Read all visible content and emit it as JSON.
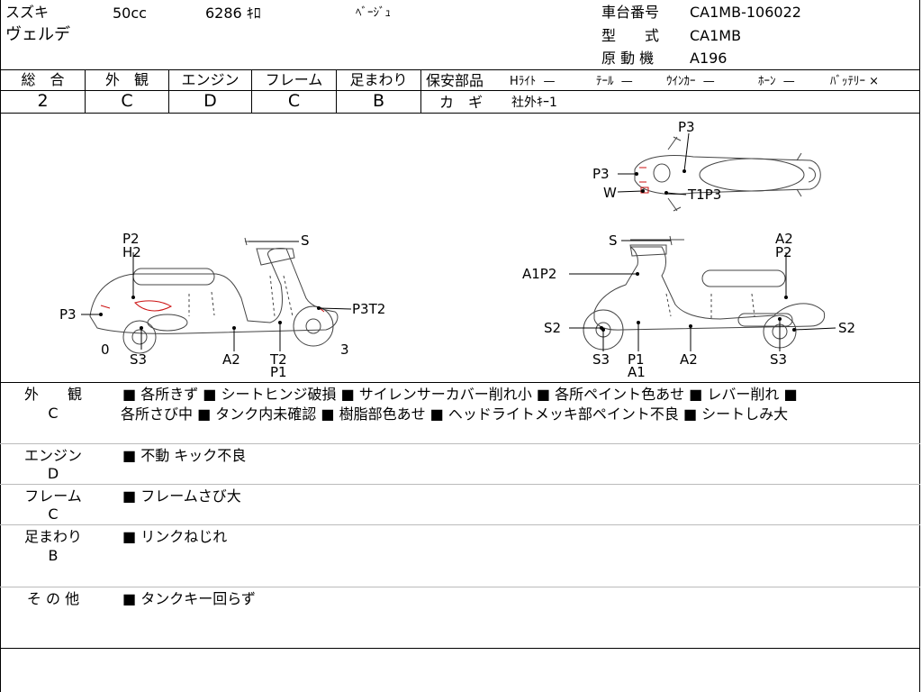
{
  "header": {
    "maker": "スズキ",
    "model": "ヴェルデ",
    "displacement": "50cc",
    "mileage": "6286 ｷﾛ",
    "color": "ﾍﾞｰｼﾞｭ",
    "frame_no_label": "車台番号",
    "frame_no": "CA1MB-106022",
    "type_label": "型　　式",
    "type": "CA1MB",
    "engine_label": "原 動 機",
    "engine": "A196"
  },
  "grades": [
    {
      "label": "総　合",
      "value": "2"
    },
    {
      "label": "外　観",
      "value": "C"
    },
    {
      "label": "エンジン",
      "value": "D"
    },
    {
      "label": "フレーム",
      "value": "C"
    },
    {
      "label": "足まわり",
      "value": "B"
    }
  ],
  "safety": {
    "label": "保安部品",
    "items": [
      {
        "name": "Hﾗｲﾄ",
        "status": "—"
      },
      {
        "name": "ﾃｰﾙ",
        "status": "—"
      },
      {
        "name": "ｳｲﾝｶｰ",
        "status": "—"
      },
      {
        "name": "ﾎｰﾝ",
        "status": "—"
      },
      {
        "name": "ﾊﾞｯﾃﾘｰ",
        "status": "×"
      }
    ],
    "key_label": "カ　ギ",
    "key_value": "社外ｷｰ1"
  },
  "diagram_labels": {
    "top": {
      "p3a": "P3",
      "p3b": "P3",
      "w": "W",
      "t1p3": "T1P3"
    },
    "left": {
      "p2": "P2",
      "h2": "H2",
      "s": "S",
      "p3": "P3",
      "p3t2": "P3T2",
      "zero": "0",
      "s3": "S3",
      "a2": "A2",
      "t2": "T2",
      "p1": "P1",
      "three": "3"
    },
    "right": {
      "s": "S",
      "a2top": "A2",
      "p2": "P2",
      "a1p2": "A1P2",
      "s2a": "S2",
      "s2b": "S2",
      "s3a": "S3",
      "p1": "P1",
      "a1": "A1",
      "a2": "A2",
      "s3b": "S3"
    }
  },
  "comments": [
    {
      "label": "外　　観",
      "grade": "C",
      "lines": [
        "■ 各所きず ■ シートヒンジ破損 ■ サイレンサーカバー削れ小 ■ 各所ペイント色あせ ■ レバー削れ ■",
        "各所さび中 ■ タンク内未確認 ■ 樹脂部色あせ ■ ヘッドライトメッキ部ペイント不良 ■ シートしみ大"
      ]
    },
    {
      "label": "エンジン",
      "grade": "D",
      "lines": [
        "■ 不動 キック不良"
      ]
    },
    {
      "label": "フレーム",
      "grade": "C",
      "lines": [
        "■ フレームさび大"
      ]
    },
    {
      "label": "足まわり",
      "grade": "B",
      "lines": [
        "■ リンクねじれ"
      ]
    },
    {
      "label": "そ の 他",
      "grade": "",
      "lines": [
        "■ タンクキー回らず"
      ]
    }
  ],
  "colors": {
    "damage_mark": "#cc1111",
    "line": "#000000"
  }
}
